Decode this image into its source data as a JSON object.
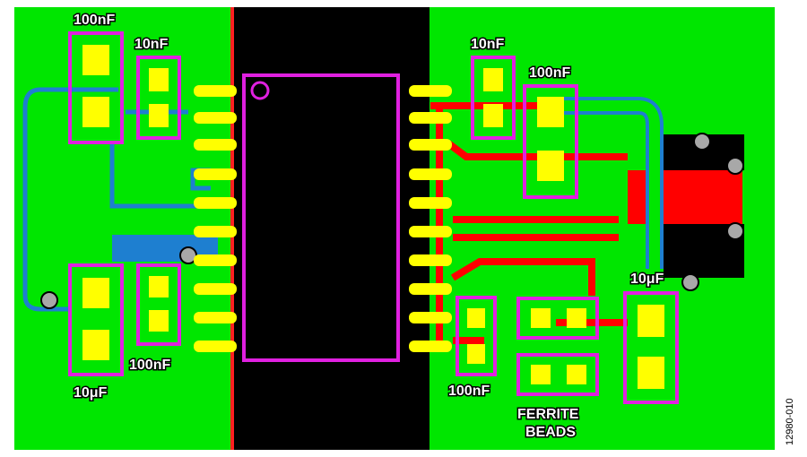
{
  "labels": {
    "c1": "100nF",
    "c2": "10nF",
    "c3": "10nF",
    "c4": "100nF",
    "c5": "100nF",
    "c6": "10μF",
    "c7": "10μF",
    "c8": "100nF",
    "beads_line1": "FERRITE",
    "beads_line2": "BEADS"
  },
  "figure_number": "12980-010",
  "colors": {
    "board": "#00e600",
    "ic_area": "#000000",
    "trace_top": "#ff0000",
    "trace_bottom": "#1e7fd0",
    "pad": "#ffff00",
    "silkscreen": "#e020e0",
    "via": "#a8a8a8"
  }
}
